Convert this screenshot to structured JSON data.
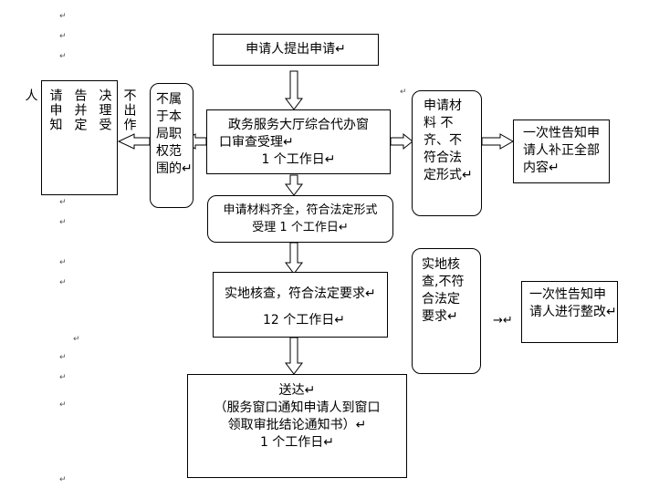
{
  "paragraph_mark": "↵",
  "margin_marks": [
    "↵",
    "↵",
    "↵",
    "↵",
    "↵",
    "↵",
    "↵",
    "↵",
    "↵",
    "↵",
    "↵",
    "↵",
    "↵"
  ],
  "nodes": {
    "apply": "申请人提出申请↵",
    "window": [
      "政务服务大厅综合代办窗",
      "口审查受理↵",
      "1 个工作日↵"
    ],
    "not_scope": [
      "不属",
      "于本",
      "局职",
      "权范",
      "围的↵"
    ],
    "reject_decision": [
      "不",
      "出",
      "作"
    ],
    "reject_decision_cols": [
      "不出作",
      "决理受",
      "告并定",
      "请申知",
      "人"
    ],
    "incomplete": [
      "申请材",
      "料 不",
      "齐、不",
      "符合法",
      "定形式↵"
    ],
    "notify_supplement": [
      "一次性告知申",
      "请人补正全部",
      "内容↵"
    ],
    "accept": [
      "申请材料齐全，符合法定形式",
      "受理 1 个工作日↵"
    ],
    "inspect": [
      "实地核查，符合法定要求↵",
      "12 个工作日↵"
    ],
    "inspect_fail": [
      "实地核",
      "查,不符",
      "合法定",
      "要求↵"
    ],
    "notify_rectify": [
      "一次性告知申",
      "请人进行整改↵"
    ],
    "deliver": [
      "送达↵",
      "（服务窗口通知申请人到窗口",
      "领取审批结论通知书）↵",
      "1 个工作日↵"
    ],
    "arrow_label": "→↵"
  }
}
